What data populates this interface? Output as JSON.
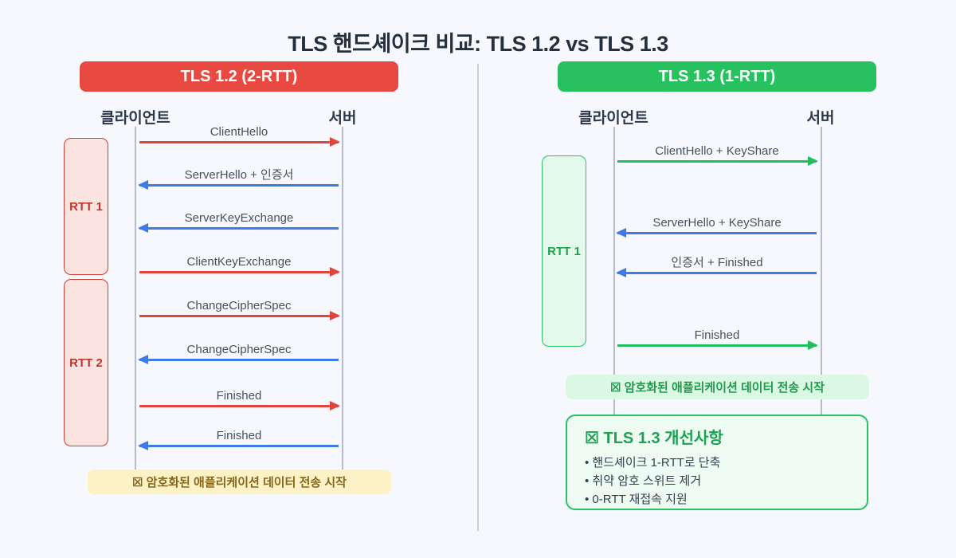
{
  "title": "TLS 핸드셰이크 비교: TLS 1.2 vs TLS 1.3",
  "colors": {
    "background": "#f7f8fd",
    "red_accent": "#e84a42",
    "green_accent": "#27c25f",
    "blue_arrow": "#3d7ce8",
    "dark_text": "#25303f"
  },
  "panels": {
    "left": {
      "header": "TLS 1.2 (2-RTT)",
      "client_label": "클라이언트",
      "server_label": "서버",
      "rtt_boxes": [
        {
          "label": "RTT 1"
        },
        {
          "label": "RTT 2"
        }
      ],
      "messages": [
        {
          "label": "ClientHello",
          "direction": "client-to-server",
          "color": "red"
        },
        {
          "label": "ServerHello + 인증서",
          "direction": "server-to-client",
          "color": "blue"
        },
        {
          "label": "ServerKeyExchange",
          "direction": "server-to-client",
          "color": "blue"
        },
        {
          "label": "ClientKeyExchange",
          "direction": "client-to-server",
          "color": "red"
        },
        {
          "label": "ChangeCipherSpec",
          "direction": "client-to-server",
          "color": "red"
        },
        {
          "label": "ChangeCipherSpec",
          "direction": "server-to-client",
          "color": "blue"
        },
        {
          "label": "Finished",
          "direction": "client-to-server",
          "color": "red"
        },
        {
          "label": "Finished",
          "direction": "server-to-client",
          "color": "blue"
        }
      ],
      "note": "☒ 암호화된 애플리케이션 데이터 전송 시작"
    },
    "right": {
      "header": "TLS 1.3 (1-RTT)",
      "client_label": "클라이언트",
      "server_label": "서버",
      "rtt_boxes": [
        {
          "label": "RTT 1"
        }
      ],
      "messages": [
        {
          "label": "ClientHello + KeyShare",
          "direction": "client-to-server",
          "color": "green"
        },
        {
          "label": "ServerHello + KeyShare",
          "direction": "server-to-client",
          "color": "blue"
        },
        {
          "label": "인증서 + Finished",
          "direction": "server-to-client",
          "color": "blue"
        },
        {
          "label": "Finished",
          "direction": "client-to-server",
          "color": "green"
        }
      ],
      "note": "☒ 암호화된 애플리케이션 데이터 전송 시작",
      "improvements": {
        "title": "☒ TLS 1.3 개선사항",
        "items": [
          "핸드셰이크 1-RTT로 단축",
          "취약 암호 스위트 제거",
          "0-RTT 재접속 지원"
        ]
      }
    }
  }
}
